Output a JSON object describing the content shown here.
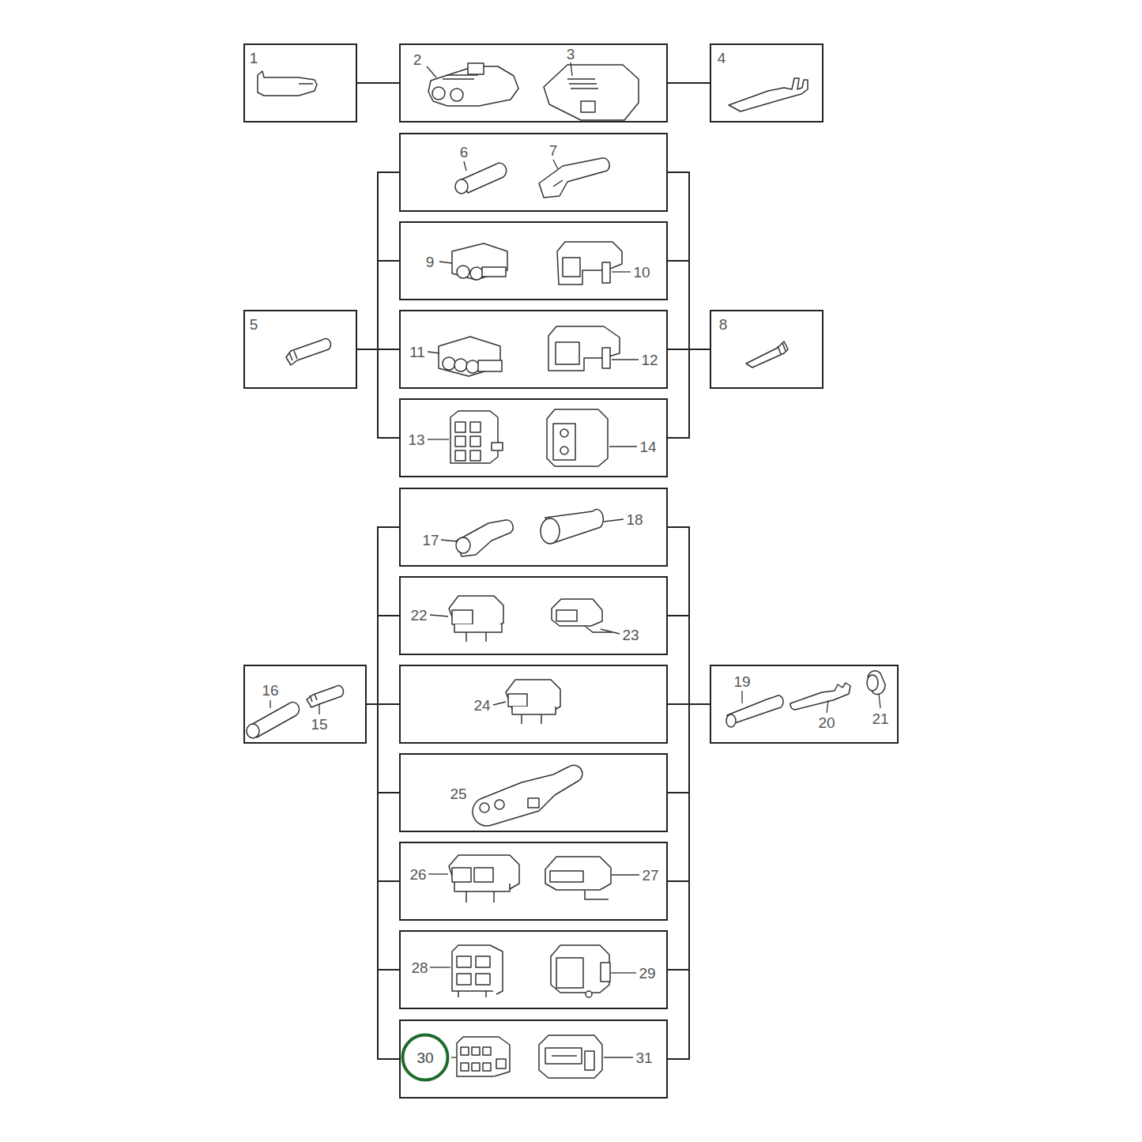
{
  "diagram": {
    "nodes": [
      {
        "text": [
          "1"
        ]
      },
      {
        "text": [
          "2",
          "3"
        ]
      },
      {
        "text": [
          "4"
        ]
      },
      {
        "text": [
          "6",
          "7"
        ]
      },
      {
        "text": [
          "9",
          "10"
        ]
      },
      {
        "text": [
          "5"
        ]
      },
      {
        "text": [
          "11",
          "12"
        ]
      },
      {
        "text": [
          "8"
        ]
      },
      {
        "text": [
          "13",
          "14"
        ]
      },
      {
        "text": [
          "17",
          "18"
        ]
      },
      {
        "text": [
          "22",
          "23"
        ]
      },
      {
        "text": [
          "16",
          "15"
        ]
      },
      {
        "text": [
          "24"
        ]
      },
      {
        "text": [
          "19",
          "20",
          "21"
        ]
      },
      {
        "text": [
          "25"
        ]
      },
      {
        "text": [
          "26",
          "27"
        ]
      },
      {
        "text": [
          "28",
          "29"
        ]
      },
      {
        "text": [
          "31"
        ]
      },
      {
        "text": [
          "30"
        ],
        "in": 17
      }
    ],
    "edges": [
      {
        "from": 0,
        "to": 1,
        "arrow": "none"
      },
      {
        "from": 1,
        "to": 2,
        "arrow": "none"
      },
      {
        "from": 5,
        "to": 3,
        "arrow": "none"
      },
      {
        "from": 5,
        "to": 4,
        "arrow": "none"
      },
      {
        "from": 5,
        "to": 6,
        "arrow": "none"
      },
      {
        "from": 5,
        "to": 8,
        "arrow": "none"
      },
      {
        "from": 7,
        "to": 3,
        "arrow": "none"
      },
      {
        "from": 7,
        "to": 4,
        "arrow": "none"
      },
      {
        "from": 7,
        "to": 6,
        "arrow": "none"
      },
      {
        "from": 7,
        "to": 8,
        "arrow": "none"
      },
      {
        "from": 11,
        "to": 9,
        "arrow": "none"
      },
      {
        "from": 11,
        "to": 10,
        "arrow": "none"
      },
      {
        "from": 11,
        "to": 12,
        "arrow": "none"
      },
      {
        "from": 11,
        "to": 14,
        "arrow": "none"
      },
      {
        "from": 11,
        "to": 15,
        "arrow": "none"
      },
      {
        "from": 11,
        "to": 16,
        "arrow": "none"
      },
      {
        "from": 11,
        "to": 17,
        "arrow": "none"
      },
      {
        "from": 13,
        "to": 9,
        "arrow": "none"
      },
      {
        "from": 13,
        "to": 10,
        "arrow": "none"
      },
      {
        "from": 13,
        "to": 12,
        "arrow": "none"
      },
      {
        "from": 13,
        "to": 14,
        "arrow": "none"
      },
      {
        "from": 13,
        "to": 15,
        "arrow": "none"
      },
      {
        "from": 13,
        "to": 16,
        "arrow": "none"
      },
      {
        "from": 13,
        "to": 17,
        "arrow": "none"
      }
    ]
  }
}
